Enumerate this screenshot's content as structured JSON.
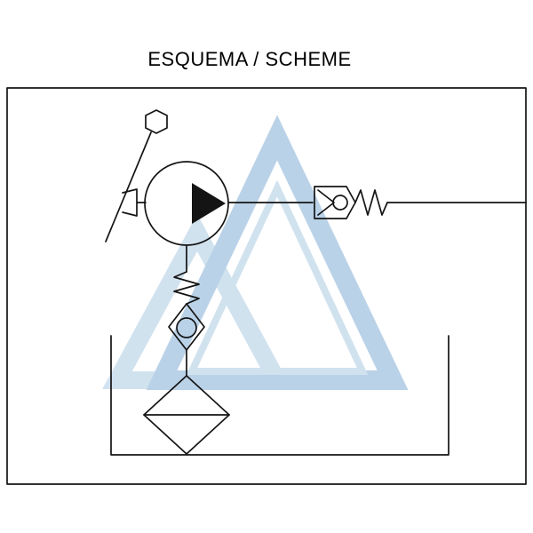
{
  "title": "ESQUEMA / SCHEME",
  "colors": {
    "line": "#141414",
    "background": "#ffffff",
    "watermark_outer": "#aecbe4",
    "watermark_inner": "#c9dded"
  },
  "components": [
    "diagram-frame",
    "hand-lever",
    "lever-hex-knob",
    "lever-pivot-bracket",
    "hydraulic-pump",
    "pressure-line",
    "check-valve-with-spring",
    "suction-spring",
    "suction-check-valve",
    "suction-filter",
    "tank",
    "watermark-logo"
  ]
}
